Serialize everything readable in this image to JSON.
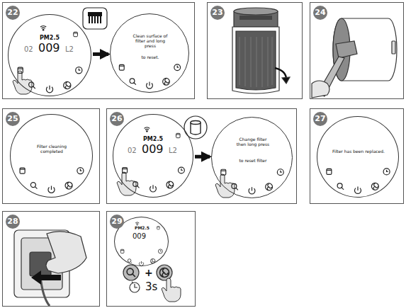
{
  "diagram": {
    "nodes": [
      {
        "text": [
          "22"
        ]
      },
      {
        "text": [
          "PM2.5",
          "02",
          "009",
          "L2"
        ],
        "in": 0
      },
      {
        "text": [
          "Clean surface of filter and long press",
          "to reset."
        ],
        "in": 0
      },
      {
        "text": [
          "23"
        ]
      },
      {
        "text": [
          "24"
        ]
      },
      {
        "text": [
          "25"
        ]
      },
      {
        "text": [
          "Filter cleaning completed"
        ],
        "in": 5
      },
      {
        "text": [
          "26"
        ]
      },
      {
        "text": [
          "PM2.5",
          "02",
          "009",
          "L2"
        ],
        "in": 7
      },
      {
        "text": [
          "Change filter then long press",
          "to reset filter"
        ],
        "in": 7
      },
      {
        "text": [
          "27"
        ]
      },
      {
        "text": [
          "Filter has been replaced."
        ],
        "in": 10
      },
      {
        "text": [
          "28"
        ]
      },
      {
        "text": [
          "29",
          "+",
          "3s"
        ]
      },
      {
        "text": [
          "PM2.5",
          "009"
        ],
        "in": 13
      }
    ],
    "edges": [
      {
        "from": 1,
        "to": 2,
        "arrow": "to"
      },
      {
        "from": 8,
        "to": 9,
        "arrow": "to"
      }
    ]
  }
}
